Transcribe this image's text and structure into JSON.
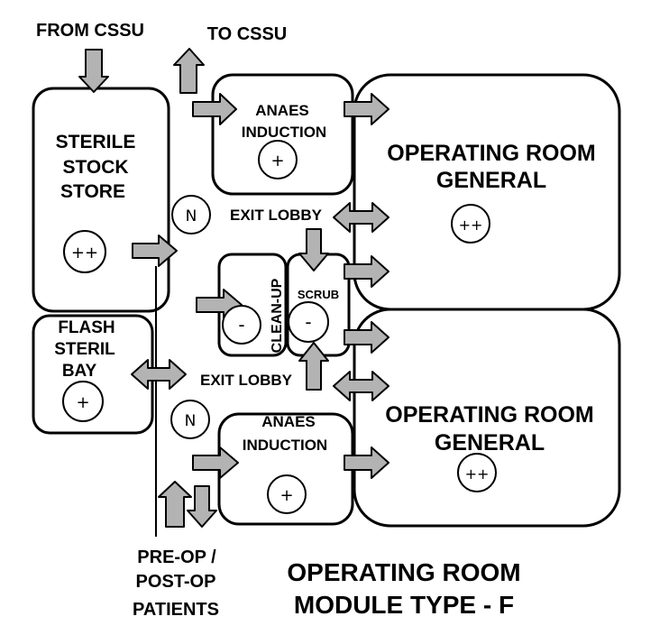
{
  "labels": {
    "from_cssu": "FROM CSSU",
    "to_cssu": "TO CSSU",
    "sterile_line1": "STERILE",
    "sterile_line2": "STOCK",
    "sterile_line3": "STORE",
    "flash_line1": "FLASH",
    "flash_line2": "STERIL",
    "flash_line3": "BAY",
    "anaes_line1": "ANAES",
    "induction": "INDUCTION",
    "or_line1": "OPERATING ROOM",
    "or_line2": "GENERAL",
    "exit_lobby": "EXIT LOBBY",
    "clean_up": "CLEAN-UP",
    "scrub": "SCRUB",
    "patients_line1": "PRE-OP /",
    "patients_line2": "POST-OP",
    "patients_line3": "PATIENTS",
    "title_line1": "OPERATING ROOM",
    "title_line2": "MODULE TYPE - F"
  },
  "symbols": {
    "double_positive": "++",
    "positive": "+",
    "negative": "-",
    "neutral": "N"
  }
}
